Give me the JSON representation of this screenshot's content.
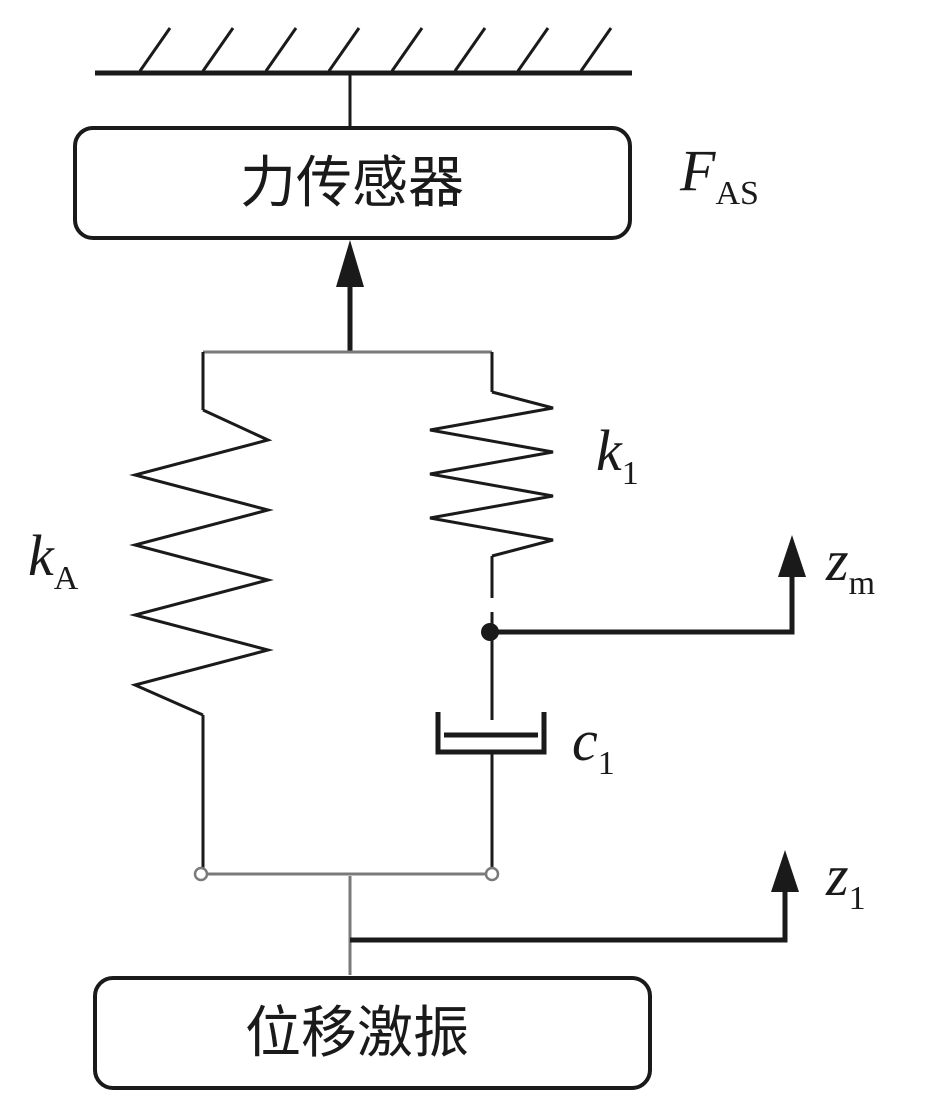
{
  "boxes": {
    "force_sensor": "力传感器",
    "displacement_excitation": "位移激振"
  },
  "labels": {
    "force": {
      "symbol": "F",
      "subscript": "AS"
    },
    "spring_main": {
      "symbol": "k",
      "subscript": "A"
    },
    "spring_branch": {
      "symbol": "k",
      "subscript": "1"
    },
    "damper": {
      "symbol": "c",
      "subscript": "1"
    },
    "disp_m": {
      "symbol": "z",
      "subscript": "m"
    },
    "disp_1": {
      "symbol": "z",
      "subscript": "1"
    }
  },
  "colors": {
    "line": "#1a1a1a",
    "rigid_bar": "#7a7a7a"
  }
}
